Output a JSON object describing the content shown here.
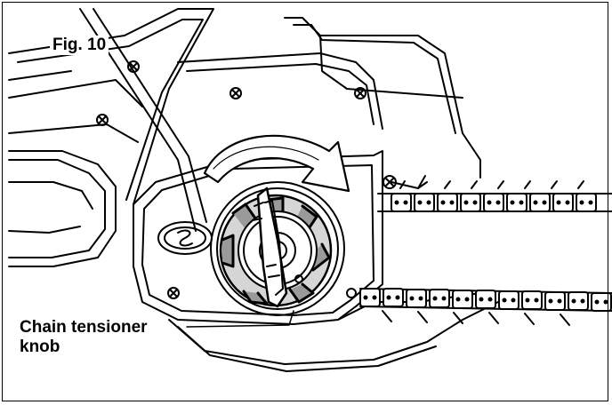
{
  "figure": {
    "label": "Fig. 10",
    "callout": {
      "line1": "Chain tensioner",
      "line2": "knob"
    }
  },
  "colors": {
    "ink": "#000000",
    "paper": "#ffffff",
    "shade": "#9a9a9a",
    "light_shade": "#d6d6d6"
  }
}
